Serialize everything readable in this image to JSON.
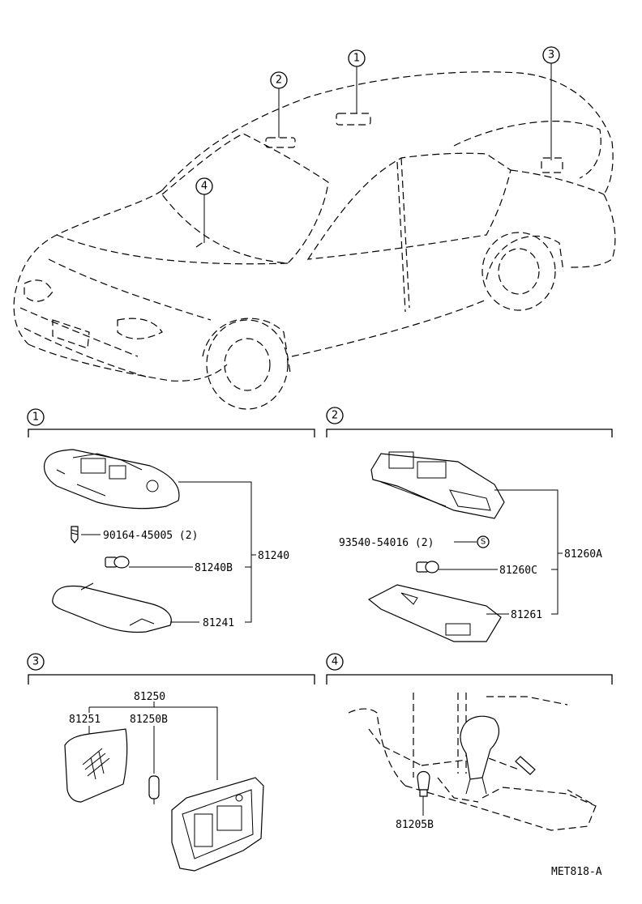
{
  "callouts": {
    "c1": "1",
    "c2": "2",
    "c3": "3",
    "c4": "4"
  },
  "section1": {
    "number": "1",
    "parts": {
      "screw": "90164-45005 (2)",
      "bulb": "81240B",
      "assy": "81240",
      "lens": "81241"
    }
  },
  "section2": {
    "number": "2",
    "parts": {
      "screw": "93540-54016 (2)",
      "screw_symbol": "S",
      "bulb": "81260C",
      "assy": "81260A",
      "lens": "81261"
    }
  },
  "section3": {
    "number": "3",
    "parts": {
      "assy": "81250",
      "lens": "81251",
      "bulb": "81250B"
    }
  },
  "section4": {
    "number": "4",
    "parts": {
      "bulb": "81205B"
    }
  },
  "footer": {
    "code": "MET818-A"
  }
}
